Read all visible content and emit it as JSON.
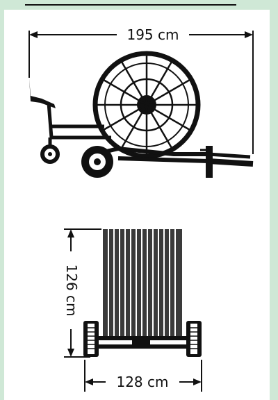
{
  "side_view": {
    "length_label": "195 cm"
  },
  "top_view": {
    "height_label": "126 cm",
    "width_label": "128 cm"
  },
  "colors": {
    "frame_bg": "#cfe8d6",
    "ink": "#111111",
    "drum_fill": "#3a3a3a",
    "drum_stripe": "#ffffff"
  }
}
